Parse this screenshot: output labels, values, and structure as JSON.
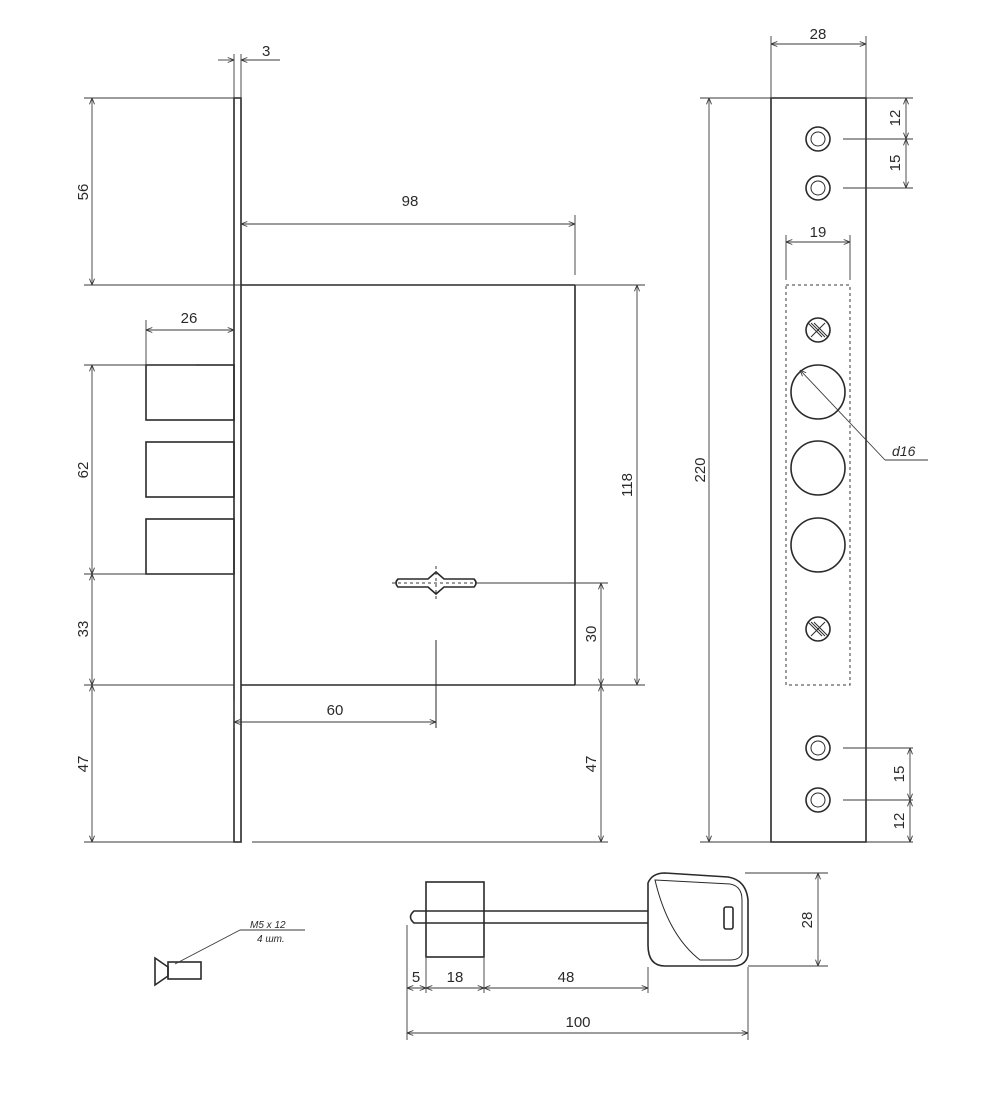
{
  "dimensions": {
    "faceplate_thickness": "3",
    "top_offset": "56",
    "body_depth": "98",
    "bolt_depth": "26",
    "bolt_span": "62",
    "bolt_to_base": "33",
    "bottom_offset_left": "47",
    "body_height": "118",
    "keyhole_height": "30",
    "backset": "60",
    "bottom_offset_right": "47",
    "strip_width": "28",
    "strip_length": "220",
    "screw_top_1": "12",
    "screw_top_2": "15",
    "bolt_zone_width": "19",
    "bolt_diameter": "d16",
    "screw_bottom_1": "15",
    "screw_bottom_2": "12",
    "key_tip": "5",
    "key_collar": "18",
    "key_shank": "48",
    "key_head_height": "28",
    "key_total": "100"
  },
  "screw_note": {
    "size": "M5 x 12",
    "qty": "4 шт."
  },
  "colors": {
    "line": "#2a2a2a",
    "background": "#ffffff"
  }
}
